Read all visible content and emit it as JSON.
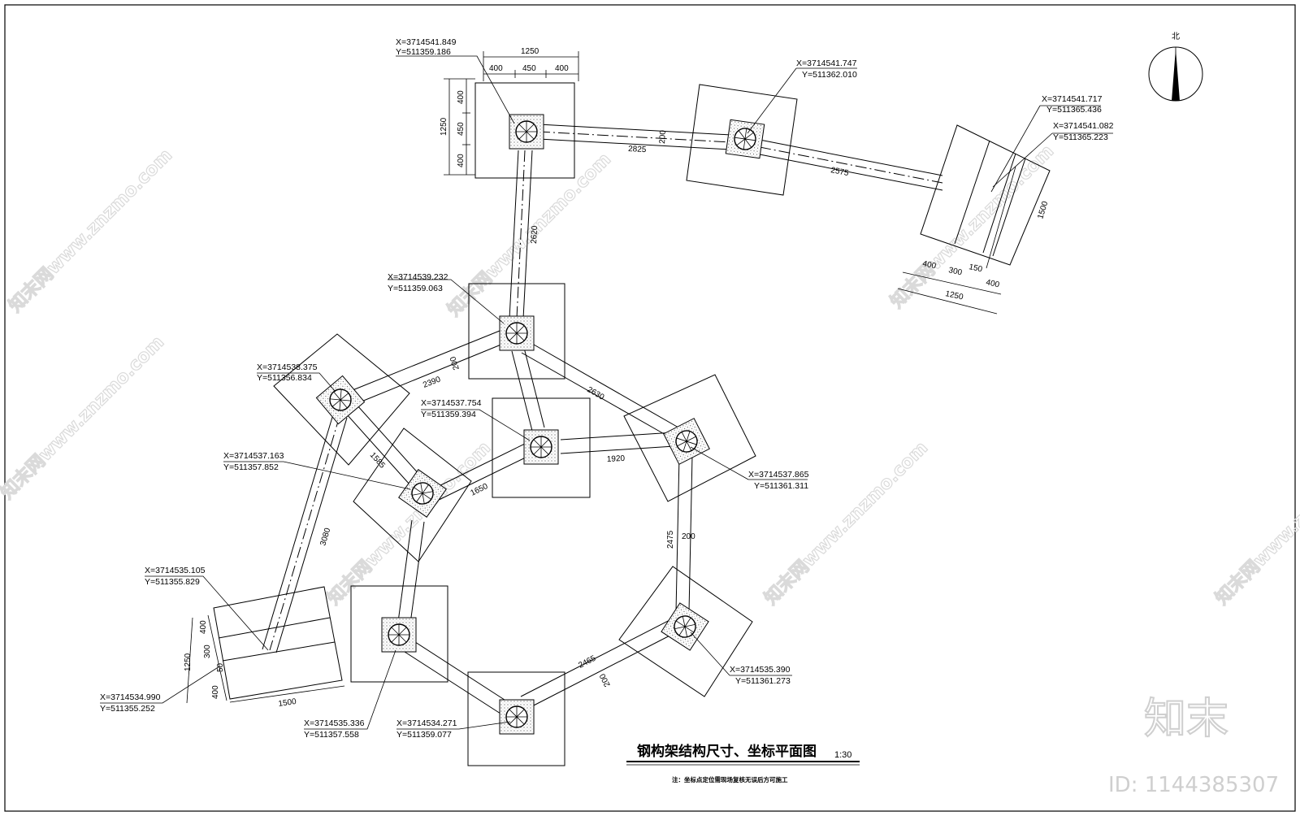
{
  "drawing": {
    "title": "钢构架结构尺寸、坐标平面图",
    "scale": "1:30",
    "note": "注：坐标点定位需现场复核无误后方可施工",
    "north_label": "北"
  },
  "coordinates": [
    {
      "x": "X=3714541.849",
      "y": "Y=511359.186"
    },
    {
      "x": "X=3714541.747",
      "y": "Y=511362.010"
    },
    {
      "x": "X=3714541.717",
      "y": "Y=511365.436"
    },
    {
      "x": "X=3714541.082",
      "y": "Y=511365.223"
    },
    {
      "x": "X=3714539.232",
      "y": "Y=511359.063"
    },
    {
      "x": "X=3714538.375",
      "y": "Y=511356.834"
    },
    {
      "x": "X=3714537.754",
      "y": "Y=511359.394"
    },
    {
      "x": "X=3714537.163",
      "y": "Y=511357.852"
    },
    {
      "x": "X=3714537.865",
      "y": "Y=511361.311"
    },
    {
      "x": "X=3714535.105",
      "y": "Y=511355.829"
    },
    {
      "x": "X=3714534.990",
      "y": "Y=511355.252"
    },
    {
      "x": "X=3714535.390",
      "y": "Y=511361.273"
    },
    {
      "x": "X=3714535.336",
      "y": "Y=511357.558"
    },
    {
      "x": "X=3714534.271",
      "y": "Y=511359.077"
    }
  ],
  "dimensions": {
    "top_total": "1250",
    "top_a": "400",
    "top_b": "450",
    "top_c": "400",
    "left_total": "1250",
    "left_a": "400",
    "left_b": "450",
    "left_c": "400",
    "beam_2825": "2825",
    "beam_200a": "200",
    "beam_2575": "2575",
    "right_1500": "1500",
    "right_400a": "400",
    "right_300": "300",
    "right_150": "150",
    "right_400b": "400",
    "right_1250": "1250",
    "beam_2620": "2620",
    "beam_200b": "200",
    "beam_2390": "2390",
    "beam_2630": "2630",
    "beam_1585": "1585",
    "beam_1650": "1650",
    "beam_1920": "1920",
    "beam_3080": "3080",
    "beam_2475": "2475",
    "beam_200c": "200",
    "beam_2465": "2465",
    "beam_200d": "200",
    "bl_1250": "1250",
    "bl_400a": "400",
    "bl_300": "300",
    "bl_50": "50",
    "bl_400b": "400",
    "bl_1500": "1500"
  },
  "watermark": {
    "text": "知末网www.znzmo.com",
    "logo": "知末",
    "id": "ID: 1144385307"
  }
}
